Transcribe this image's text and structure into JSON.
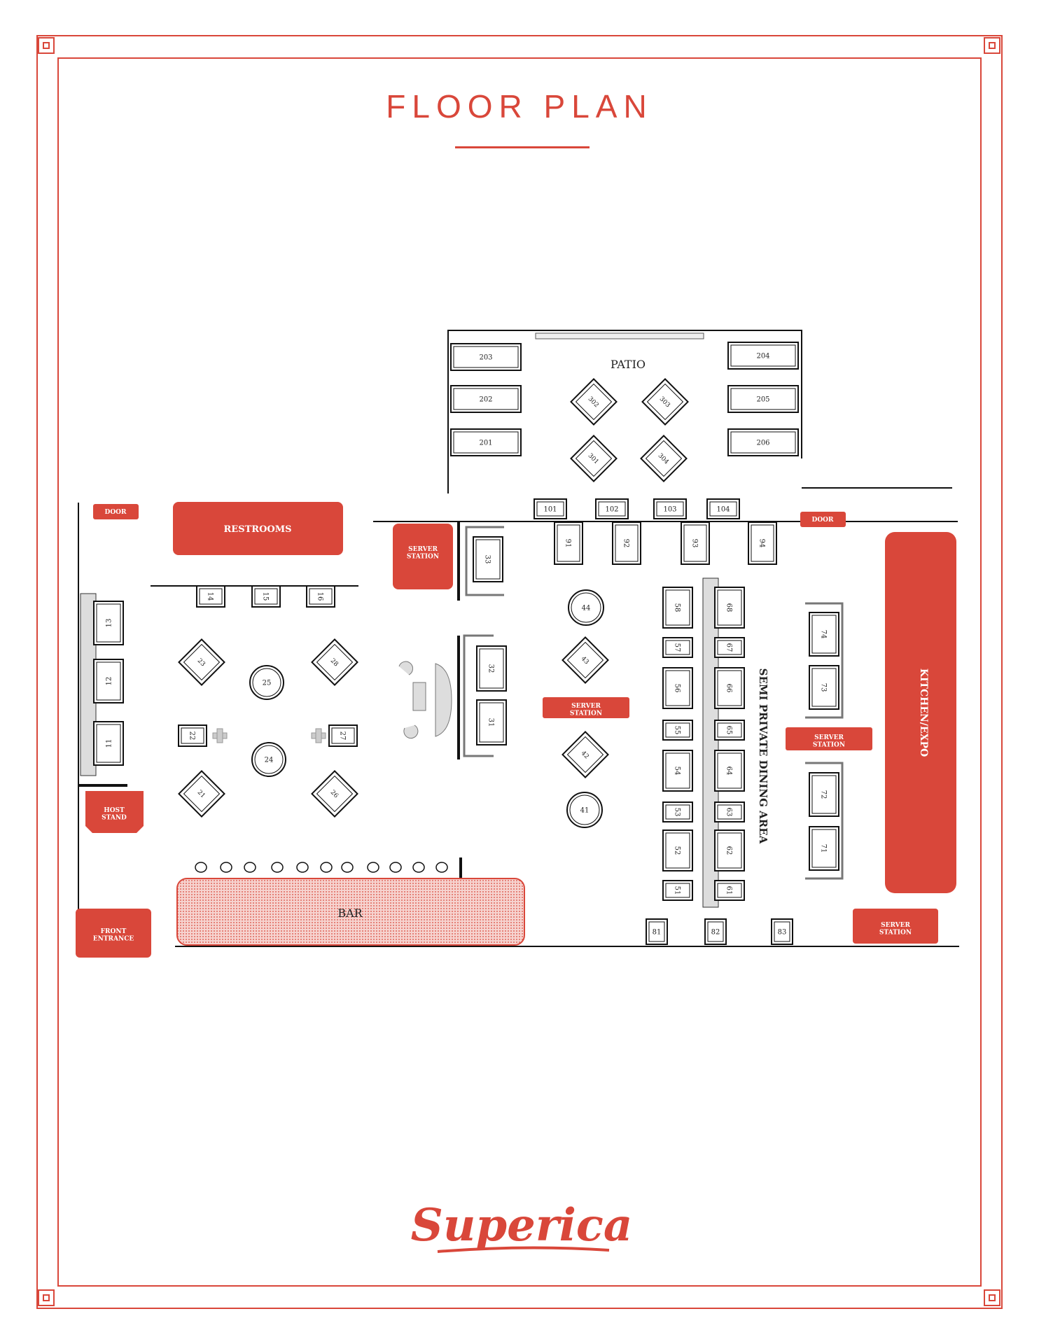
{
  "title": "FLOOR PLAN",
  "logo_text": "Superica",
  "colors": {
    "accent": "#d9473a",
    "bar_fill": "#f4c9c4"
  },
  "areas": {
    "patio": "PATIO",
    "semi_private": "SEMI PRIVATE DINING AREA",
    "bar": "BAR",
    "restrooms": "RESTROOMS",
    "door_left": "DOOR",
    "door_right": "DOOR",
    "server_station_1": "SERVER STATION",
    "server_station_2": "SERVER STATION",
    "server_station_3": "SERVER STATION",
    "server_station_4": "SERVER STATION",
    "host_stand": "HOST STAND",
    "front_entrance": "FRONT ENTRANCE",
    "kitchen": "KITCHEN/EXPO"
  },
  "tables": {
    "patio_rect": [
      "203",
      "202",
      "201",
      "204",
      "205",
      "206"
    ],
    "patio_diamond": [
      "302",
      "303",
      "301",
      "304"
    ],
    "row_100": [
      "101",
      "102",
      "103",
      "104"
    ],
    "row_90": [
      "91",
      "92",
      "93",
      "94"
    ],
    "row_10": [
      "13",
      "12",
      "11"
    ],
    "row_14": [
      "14",
      "15",
      "16"
    ],
    "diamonds_20": [
      "23",
      "28",
      "21",
      "26"
    ],
    "round_20": [
      "25",
      "24"
    ],
    "small_20": [
      "22",
      "27"
    ],
    "booth_30": [
      "33",
      "32",
      "31"
    ],
    "round_40": [
      "44",
      "41"
    ],
    "diamond_40": [
      "43",
      "42"
    ],
    "col_50": [
      "58",
      "57",
      "56",
      "55",
      "54",
      "53",
      "52",
      "51"
    ],
    "col_60": [
      "68",
      "67",
      "66",
      "65",
      "64",
      "63",
      "62",
      "61"
    ],
    "col_70": [
      "74",
      "73",
      "72",
      "71"
    ],
    "row_80": [
      "81",
      "82",
      "83"
    ]
  }
}
